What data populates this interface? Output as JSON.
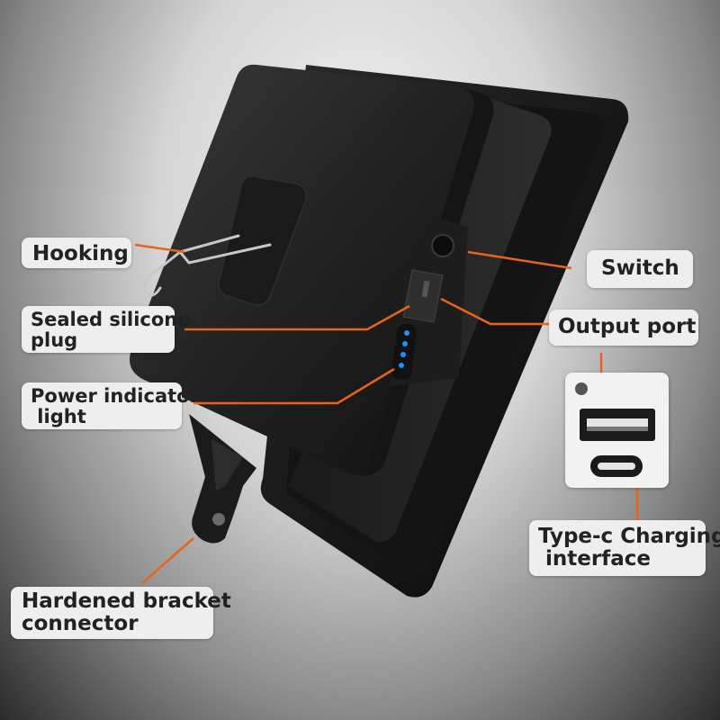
{
  "labels": {
    "hooking": "Hooking",
    "sealed_plug": [
      "Sealed silicone",
      "plug"
    ],
    "power_indicator": [
      "Power indicator",
      " light"
    ],
    "bracket": [
      "Hardened bracket",
      "connector"
    ],
    "switch": "Switch",
    "output_port": "Output port",
    "type_c": [
      "Type-c Charging",
      " interface"
    ]
  },
  "colors": {
    "callout_line": "#e8641a",
    "indicator_led": "#1e90ff",
    "label_bg": "#eeeeee",
    "body": "#1c1c1c"
  }
}
